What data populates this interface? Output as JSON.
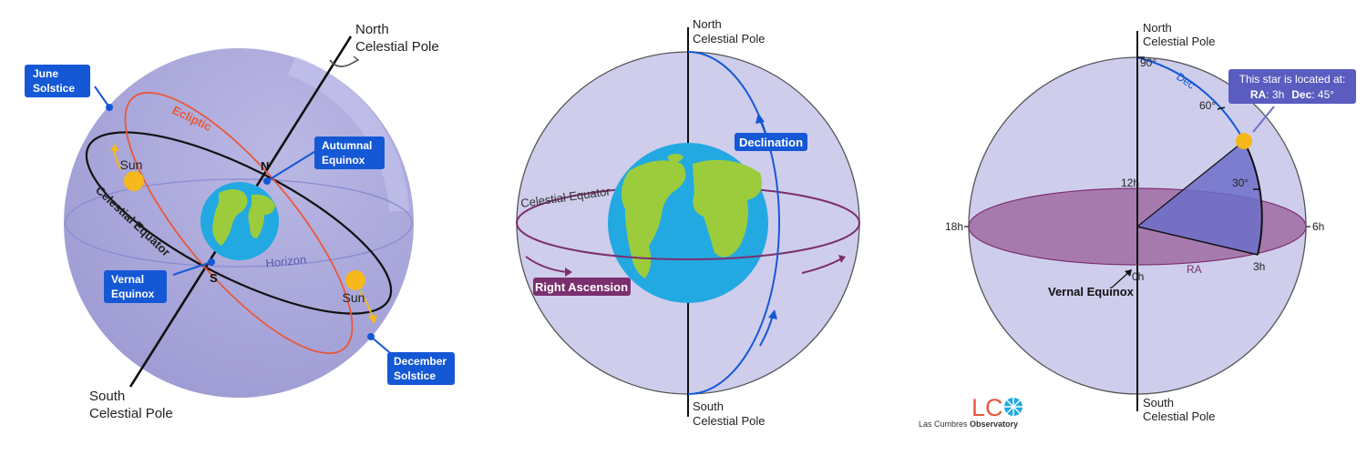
{
  "panel1": {
    "north_pole": [
      "North",
      "Celestial Pole"
    ],
    "south_pole": [
      "South",
      "Celestial Pole"
    ],
    "june_solstice": [
      "June",
      "Solstice"
    ],
    "december_solstice": [
      "December",
      "Solstice"
    ],
    "autumnal_equinox": [
      "Autumnal",
      "Equinox"
    ],
    "vernal_equinox": [
      "Vernal",
      "Equinox"
    ],
    "ecliptic": "Ecliptic",
    "celestial_equator": "Celestial Equator",
    "horizon": "Horizon",
    "sun_top": "Sun",
    "sun_bottom": "Sun",
    "n_marker": "N",
    "s_marker": "S"
  },
  "panel2": {
    "north_pole": [
      "North",
      "Celestial Pole"
    ],
    "south_pole": [
      "South",
      "Celestial Pole"
    ],
    "declination": "Declination",
    "right_ascension": "Right Ascension",
    "celestial_equator": "Celestial Equator"
  },
  "panel3": {
    "north_pole": [
      "North",
      "Celestial Pole"
    ],
    "south_pole": [
      "South",
      "Celestial Pole"
    ],
    "callout_line1": "This star is located at:",
    "callout_ra_key": "RA",
    "callout_ra_val": ": 3h",
    "callout_dec_key": "Dec",
    "callout_dec_val": ": 45°",
    "dec_label": "Dec",
    "ra_label": "RA",
    "deg90": "90°",
    "deg60": "60°",
    "deg30": "30°",
    "h12": "12h",
    "h18": "18h",
    "h6": "6h",
    "h0": "0h",
    "h3": "3h",
    "vernal_equinox": "Vernal Equinox"
  },
  "logo": {
    "mark": "LC",
    "name_light": "Las Cumbres ",
    "name_bold": "Observatory"
  },
  "colors": {
    "sphere": "#a9a6d9",
    "sphere_light": "#cfcdec",
    "blue_box": "#1558d6",
    "purple_box": "#7a2f6e",
    "ecliptic": "#e8583a",
    "sun": "#f6b81a",
    "ocean": "#23a9e1",
    "land": "#9ccc3c",
    "ra_plane": "#a77aae",
    "wedge": "#6d6fc9"
  }
}
